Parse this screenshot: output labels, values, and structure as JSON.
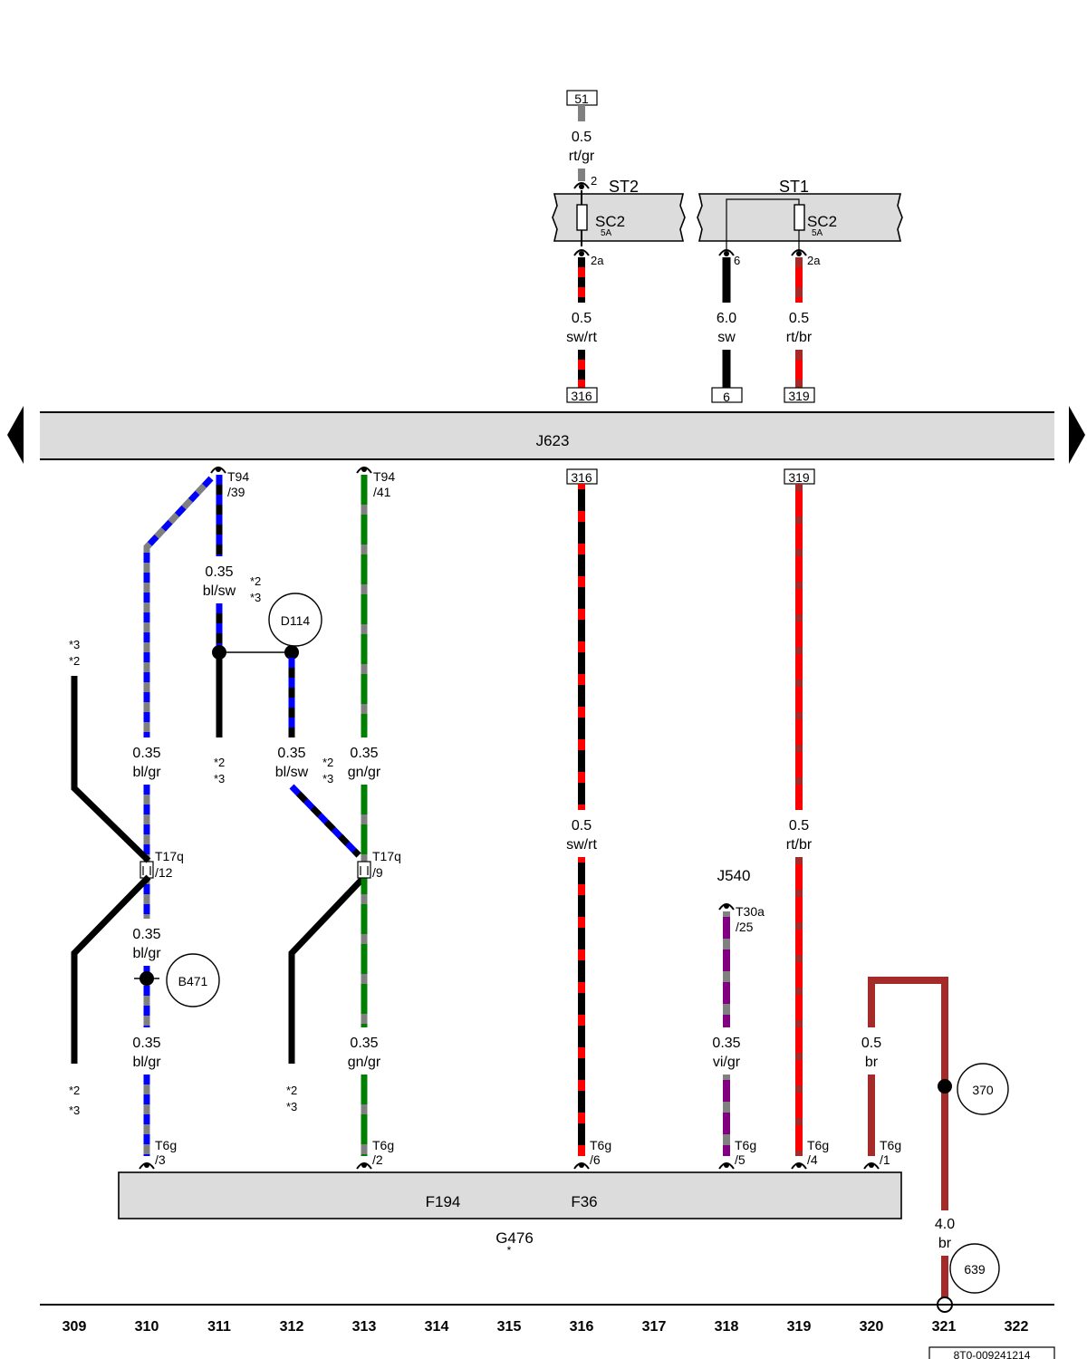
{
  "colors": {
    "black": "#000000",
    "red": "#ff0000",
    "blue": "#0000ff",
    "green": "#008000",
    "grey": "#808080",
    "violet": "#800080",
    "brown": "#a52a2a",
    "box_fill": "#dcdcdc"
  },
  "components": {
    "j623": "J623",
    "st2": "ST2",
    "st1": "ST1",
    "fuse_left": "SC2",
    "fuse_right": "SC2",
    "fuse_left_rating": "5A",
    "fuse_right_rating": "5A",
    "j540": "J540",
    "f194": "F194",
    "f36": "F36",
    "g476": "G476",
    "g476_note": "*"
  },
  "top_refs": {
    "r51": "51",
    "r316_top": "316",
    "r6": "6",
    "r319_top": "319",
    "r316_bottom": "316",
    "r319_bottom": "319"
  },
  "pins": {
    "st2_in": "2",
    "st2_out": "2a",
    "st1_6": "6",
    "st1_2a": "2a",
    "t94_39_a": "T94",
    "t94_39_b": "/39",
    "t94_41_a": "T94",
    "t94_41_b": "/41",
    "t17q_12_a": "T17q",
    "t17q_12_b": "/12",
    "t17q_9_a": "T17q",
    "t17q_9_b": "/9",
    "t30a_a": "T30a",
    "t30a_b": "/25",
    "t6g_3_a": "T6g",
    "t6g_3_b": "/3",
    "t6g_2_a": "T6g",
    "t6g_2_b": "/2",
    "t6g_6_a": "T6g",
    "t6g_6_b": "/6",
    "t6g_5_a": "T6g",
    "t6g_5_b": "/5",
    "t6g_4_a": "T6g",
    "t6g_4_b": "/4",
    "t6g_1_a": "T6g",
    "t6g_1_b": "/1"
  },
  "wires": {
    "w_top316_size": "0.5",
    "w_top316_color": "rt/gr",
    "w_st2_size": "0.5",
    "w_st2_color": "sw/rt",
    "w_st1_6_size": "6.0",
    "w_st1_6_color": "sw",
    "w_st1_2a_size": "0.5",
    "w_st1_2a_color": "rt/br",
    "w_311_size": "0.35",
    "w_311_color": "bl/sw",
    "w_310a_size": "0.35",
    "w_310a_color": "bl/gr",
    "w_312_size": "0.35",
    "w_312_color": "bl/sw",
    "w_313a_size": "0.35",
    "w_313a_color": "gn/gr",
    "w_316_size": "0.5",
    "w_316_color": "sw/rt",
    "w_319_size": "0.5",
    "w_319_color": "rt/br",
    "w_310b_size": "0.35",
    "w_310b_color": "bl/gr",
    "w_310c_size": "0.35",
    "w_310c_color": "bl/gr",
    "w_313c_size": "0.35",
    "w_313c_color": "gn/gr",
    "w_318_size": "0.35",
    "w_318_color": "vi/gr",
    "w_320_size": "0.5",
    "w_320_color": "br",
    "w_321_size": "4.0",
    "w_321_color": "br"
  },
  "notes": {
    "n311_top_a": "*2",
    "n311_top_b": "*3",
    "n311_bot_a": "*2",
    "n311_bot_b": "*3",
    "n313_a": "*2",
    "n313_b": "*3",
    "n309_top_a": "*3",
    "n309_top_b": "*2",
    "n309_bot_a": "*2",
    "n309_bot_b": "*3",
    "n312_bot_a": "*2",
    "n312_bot_b": "*3"
  },
  "circles": {
    "d114": "D114",
    "b471": "B471",
    "c370": "370",
    "c639": "639"
  },
  "tracks": [
    "309",
    "310",
    "311",
    "312",
    "313",
    "314",
    "315",
    "316",
    "317",
    "318",
    "319",
    "320",
    "321",
    "322"
  ],
  "doc_ref": "8T0-009241214"
}
